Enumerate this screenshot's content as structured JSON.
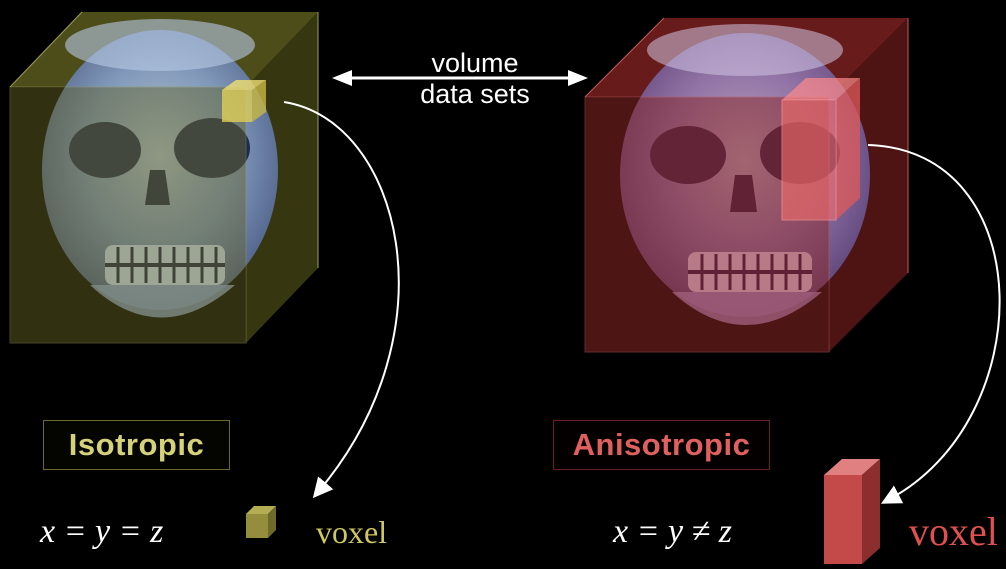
{
  "header": {
    "volume_label_line1": "volume",
    "volume_label_line2": "data sets"
  },
  "isotropic": {
    "label": "Isotropic",
    "formula": "x = y = z",
    "voxel_word": "voxel",
    "accent": "#d6d27a",
    "volume_tint": "#8a8a3a"
  },
  "anisotropic": {
    "label": "Anisotropic",
    "formula": "x = y ≠ z",
    "voxel_word": "voxel",
    "accent": "#e06060",
    "volume_tint": "#a83232"
  }
}
